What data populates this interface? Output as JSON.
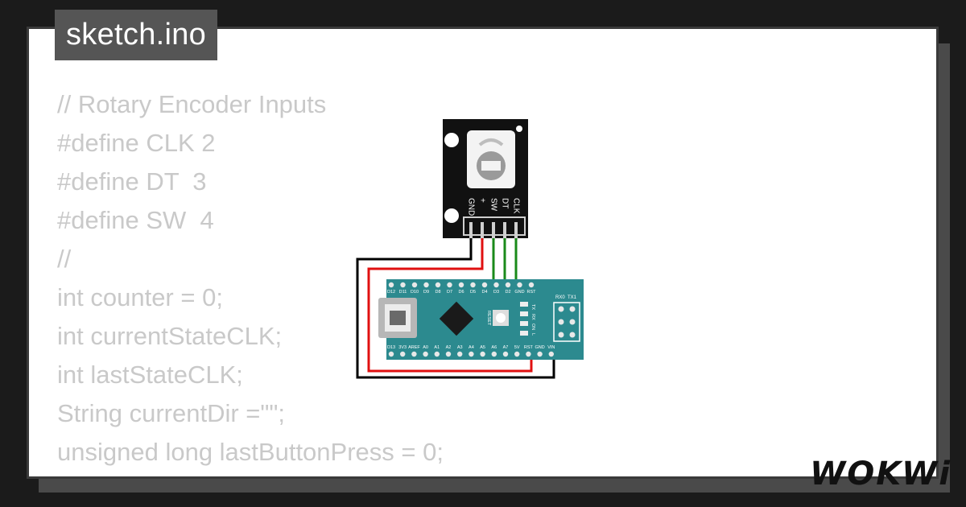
{
  "window": {
    "title": "sketch.ino"
  },
  "code_lines": [
    "// Rotary Encoder Inputs",
    "#define CLK 2",
    "#define DT  3",
    "#define SW  4",
    "//",
    "int counter = 0;",
    "int currentStateCLK;",
    "int lastStateCLK;",
    "String currentDir =\"\";",
    "unsigned long lastButtonPress = 0;",
    "//"
  ],
  "encoder": {
    "pins": [
      "GND",
      "+",
      "SW",
      "DT",
      "CLK"
    ]
  },
  "nano": {
    "top_pins": [
      "D12",
      "D11",
      "D10",
      "D9",
      "D8",
      "D7",
      "D6",
      "D5",
      "D4",
      "D3",
      "D2",
      "GND",
      "RST"
    ],
    "bottom_pins": [
      "D13",
      "3V3",
      "AREF",
      "A0",
      "A1",
      "A2",
      "A3",
      "A4",
      "A5",
      "A6",
      "A7",
      "5V",
      "RST",
      "GND",
      "VIN"
    ],
    "header_labels": [
      "RX0",
      "TX1"
    ],
    "led_labels": [
      "TX",
      "RX",
      "ON",
      "L"
    ],
    "reset_label": "RESET"
  },
  "brand": {
    "name": "WOKWi"
  },
  "colors": {
    "board": "#2c8a8f",
    "wire_black": "#000000",
    "wire_red": "#e01010",
    "wire_green": "#1a8a1a",
    "code_text": "#c9c9c9"
  }
}
